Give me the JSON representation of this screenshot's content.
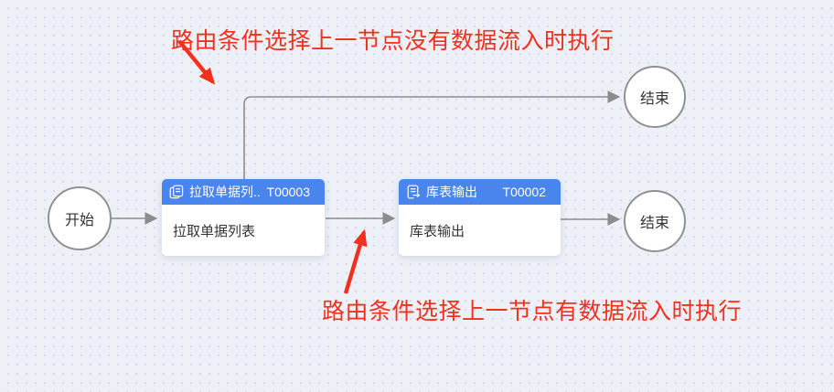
{
  "canvas": {
    "type": "workflow-designer-canvas",
    "background_color": "#eef0f7",
    "grid_dot_color": "#d8dcea"
  },
  "annotations": {
    "top": {
      "text": "路由条件选择上一节点没有数据流入时执行",
      "color": "#f2301e"
    },
    "bottom": {
      "text": "路由条件选择上一节点有数据流入时执行",
      "color": "#f2301e"
    }
  },
  "nodes": {
    "start": {
      "label": "开始"
    },
    "end_top": {
      "label": "结束"
    },
    "end_bottom": {
      "label": "结束"
    },
    "fetch": {
      "icon": "copy-document-icon",
      "title": "拉取单据列...",
      "code": "T00003",
      "body": "拉取单据列表",
      "header_color": "#4a85ee"
    },
    "output": {
      "icon": "table-output-icon",
      "title": "库表输出",
      "code": "T00002",
      "body": "库表输出",
      "header_color": "#4a85ee"
    }
  },
  "colors": {
    "connector_gray": "#8c8c8c",
    "circle_border": "#919191",
    "node_header_blue": "#4a85ee",
    "annotation_red": "#f2301e",
    "node_body_text": "#333333"
  }
}
